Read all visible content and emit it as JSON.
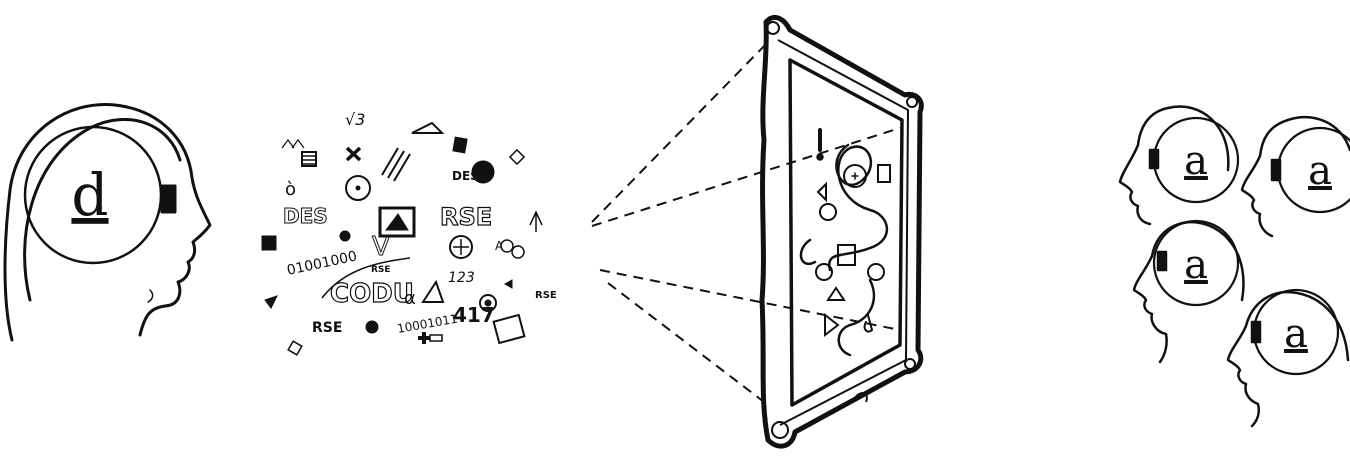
{
  "designer_head": {
    "letter": "d"
  },
  "symbol_cloud": {
    "items": [
      "√3",
      "DES",
      "RSE",
      "01001000",
      "CODU",
      "417",
      "123",
      "10001011",
      "RSE",
      "DES",
      "RSE",
      "α",
      "ò",
      "A"
    ]
  },
  "audience_heads": [
    {
      "letter": "a"
    },
    {
      "letter": "a"
    },
    {
      "letter": "a"
    },
    {
      "letter": "a"
    }
  ]
}
